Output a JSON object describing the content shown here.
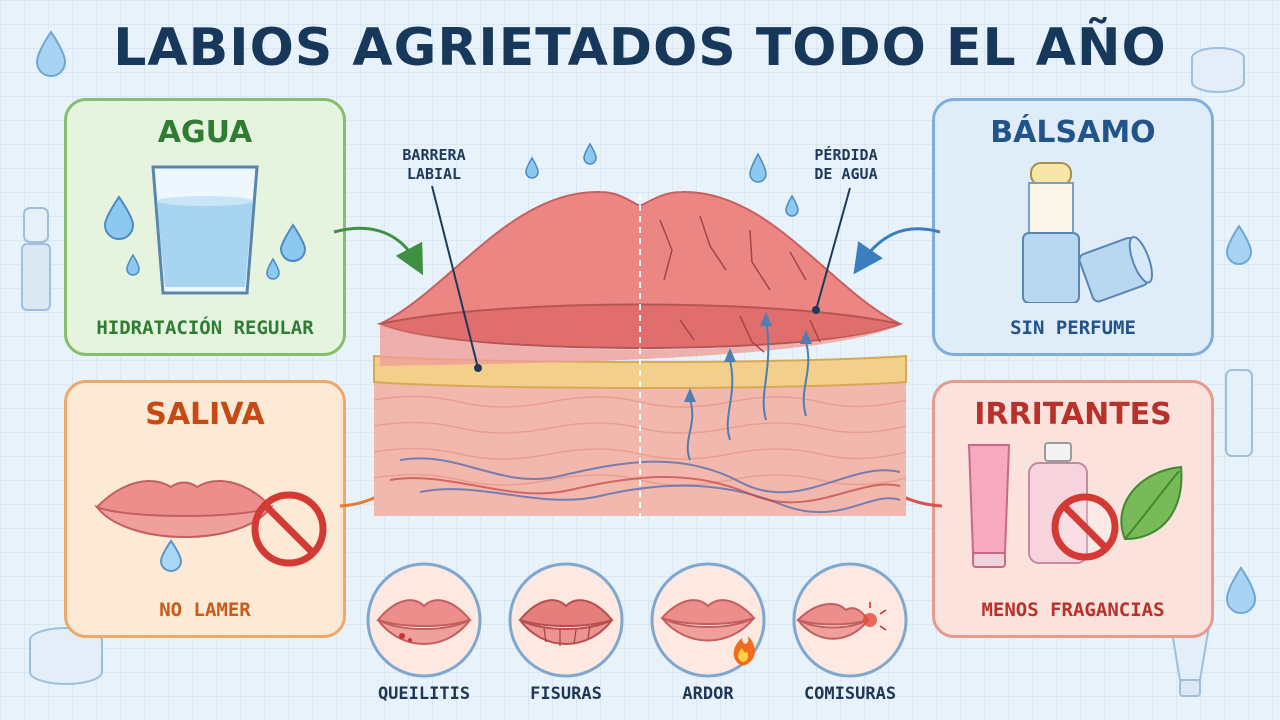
{
  "title": "LABIOS AGRIETADOS TODO EL AÑO",
  "cards": {
    "agua": {
      "title": "AGUA",
      "subtitle": "HIDRATACIÓN REGULAR"
    },
    "saliva": {
      "title": "SALIVA",
      "subtitle": "NO LAMER"
    },
    "balsamo": {
      "title": "BÁLSAMO",
      "subtitle": "SIN PERFUME"
    },
    "irritantes": {
      "title": "IRRITANTES",
      "subtitle": "MENOS FRAGANCIAS"
    }
  },
  "callouts": {
    "barrera": [
      "BARRERA",
      "LABIAL"
    ],
    "perdida": [
      "PÉRDIDA",
      "DE AGUA"
    ]
  },
  "symptoms": [
    {
      "label": "QUEILITIS"
    },
    {
      "label": "FISURAS"
    },
    {
      "label": "ARDOR"
    },
    {
      "label": "COMISURAS"
    }
  ],
  "colors": {
    "title": "#17385a",
    "agua": "#2f7c33",
    "saliva": "#c54a14",
    "balsamo": "#22548c",
    "irritantes": "#b8312b",
    "lip": "#e9827f",
    "skin_layer": "#f2cf8a"
  },
  "icons": [
    "water-drop-icon",
    "glass-of-water-icon",
    "lips-icon",
    "no-sign-icon",
    "lip-balm-icon",
    "cream-tube-icon",
    "perfume-bottle-icon",
    "mint-leaf-icon",
    "fire-icon"
  ]
}
